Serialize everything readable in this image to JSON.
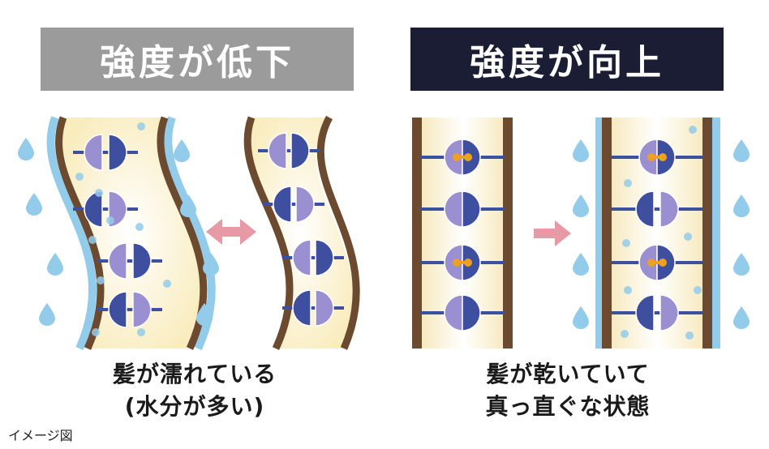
{
  "left_panel": {
    "title": "強度が低下",
    "caption_line1": "髪が濡れている",
    "caption_line2": "(水分が多い)",
    "header_color": "#9b9b9b"
  },
  "right_panel": {
    "title": "強度が向上",
    "caption_line1": "髪が乾いていて",
    "caption_line2": "真っ直ぐな状態",
    "header_color": "#1b1d35"
  },
  "footnote": "イメージ図",
  "colors": {
    "hair_wall": "#6b4a2f",
    "hair_core": "#fbf1c8",
    "water": "#93cbea",
    "molecule_dark": "#3f4fa0",
    "molecule_light": "#9a8fd1",
    "bond": "#f0a020",
    "arrow": "#e79aa5"
  }
}
